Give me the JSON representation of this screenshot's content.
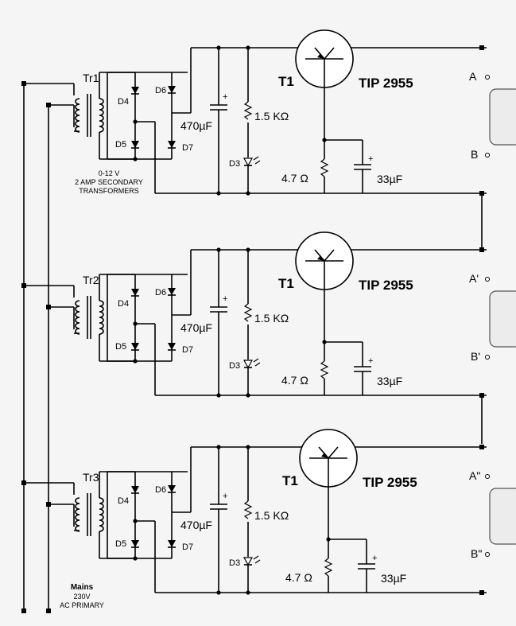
{
  "stages": [
    {
      "transformer": "Tr1",
      "diodes": [
        "D4",
        "D5",
        "D6",
        "D7"
      ],
      "capacitor": "470µF",
      "resistor": "1.5 KΩ",
      "led": "D3",
      "transistor_ref": "T1",
      "transistor_part": "TIP 2955",
      "emitter_resistor": "4.7 Ω",
      "output_cap": "33µF",
      "out_a": "A",
      "out_b": "B"
    },
    {
      "transformer": "Tr2",
      "diodes": [
        "D4",
        "D5",
        "D6",
        "D7"
      ],
      "capacitor": "470µF",
      "resistor": "1.5 KΩ",
      "led": "D3",
      "transistor_ref": "T1",
      "transistor_part": "TIP 2955",
      "emitter_resistor": "4.7 Ω",
      "output_cap": "33µF",
      "out_a": "A'",
      "out_b": "B'"
    },
    {
      "transformer": "Tr3",
      "diodes": [
        "D4",
        "D5",
        "D6",
        "D7"
      ],
      "capacitor": "470µF",
      "resistor": "1.5 KΩ",
      "led": "D3",
      "transistor_ref": "T1",
      "transistor_part": "TIP 2955",
      "emitter_resistor": "4.7 Ω",
      "output_cap": "33µF",
      "out_a": "A\"",
      "out_b": "B\""
    }
  ],
  "secondary_note": [
    "0-12 V",
    "2 AMP SECONDARY",
    "TRANSFORMERS"
  ],
  "mains_note": [
    "Mains",
    "230V",
    "AC PRIMARY"
  ]
}
